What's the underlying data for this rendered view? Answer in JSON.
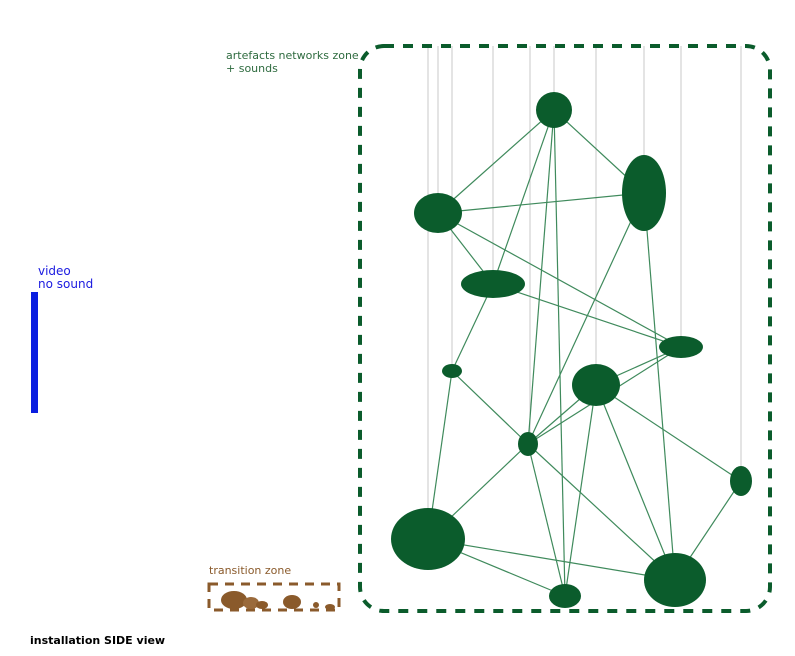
{
  "labels": {
    "zone_line1": "artefacts networks zone",
    "zone_line2": "+ sounds",
    "transition": "transition zone",
    "video_line1": "video",
    "video_line2": "no sound",
    "caption": "installation SIDE view"
  },
  "colors": {
    "network": "#0b5c2c",
    "edge": "#3f8a5c",
    "transition": "#8a5a2b",
    "video": "#0a1ee0"
  }
}
